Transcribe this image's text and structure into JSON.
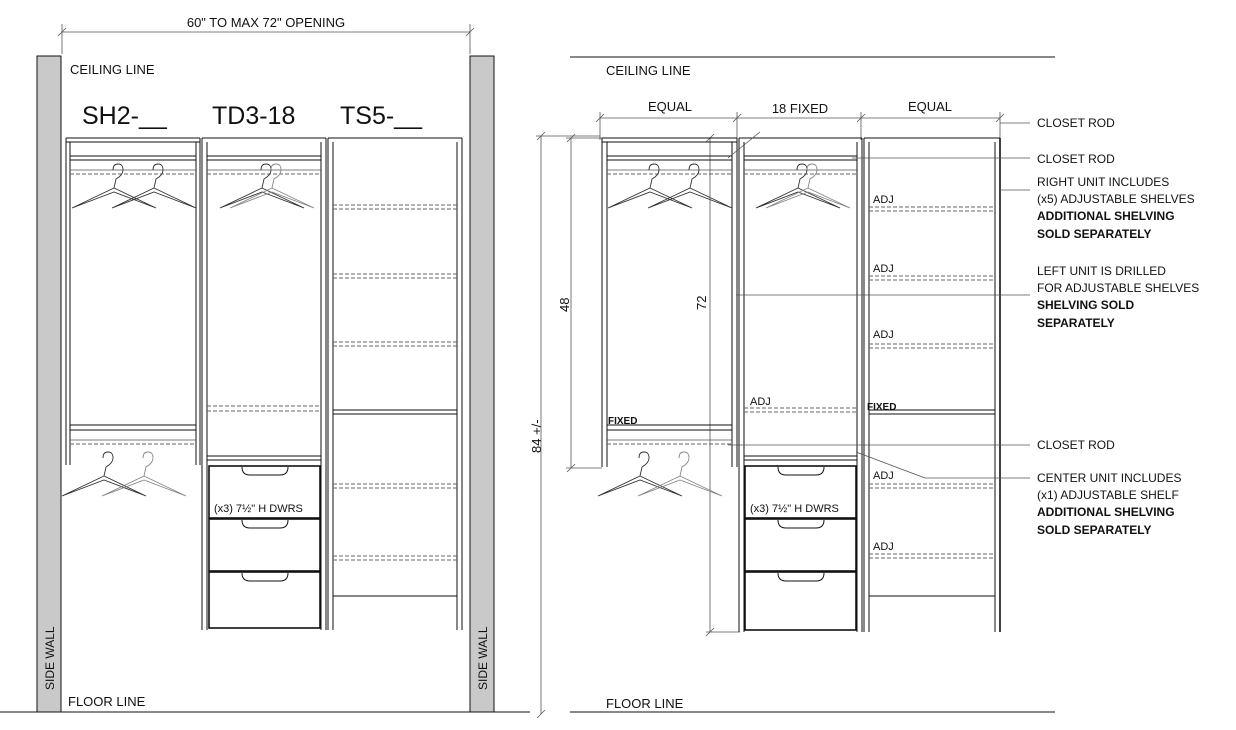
{
  "left": {
    "opening_dim": "60\" TO MAX 72\" OPENING",
    "ceiling": "CEILING LINE",
    "floor": "FLOOR LINE",
    "side_wall_left": "SIDE WALL",
    "side_wall_right": "SIDE WALL",
    "headers": [
      "SH2-__",
      "TD3-18",
      "TS5-__"
    ],
    "drawer_note": "(x3) 7½\" H DWRS"
  },
  "right": {
    "ceiling": "CEILING LINE",
    "floor": "FLOOR LINE",
    "top_dims": [
      "EQUAL",
      "18 FIXED",
      "EQUAL"
    ],
    "dim_48": "48",
    "dim_72": "72",
    "dim_84": "84 +/-",
    "fixed_left": "FIXED",
    "fixed_right": "FIXED",
    "adj_center": "ADJ",
    "adj_right": [
      "ADJ",
      "ADJ",
      "ADJ",
      "ADJ",
      "ADJ"
    ],
    "drawer_note": "(x3) 7½\" H DWRS"
  },
  "callouts": {
    "rod1": "CLOSET ROD",
    "rod2": "CLOSET ROD",
    "right_unit": {
      "l1": "RIGHT UNIT INCLUDES",
      "l2": "(x5) ADJUSTABLE SHELVES",
      "l3": "ADDITIONAL SHELVING",
      "l4": "SOLD SEPARATELY"
    },
    "left_unit": {
      "l1": "LEFT UNIT IS DRILLED",
      "l2": "FOR ADJUSTABLE SHELVES",
      "l3": "SHELVING SOLD",
      "l4": "SEPARATELY"
    },
    "rod3": "CLOSET ROD",
    "center_unit": {
      "l1": "CENTER  UNIT INCLUDES",
      "l2": "(x1) ADJUSTABLE SHELF",
      "l3": "ADDITIONAL SHELVING",
      "l4": "SOLD SEPARATELY"
    }
  }
}
